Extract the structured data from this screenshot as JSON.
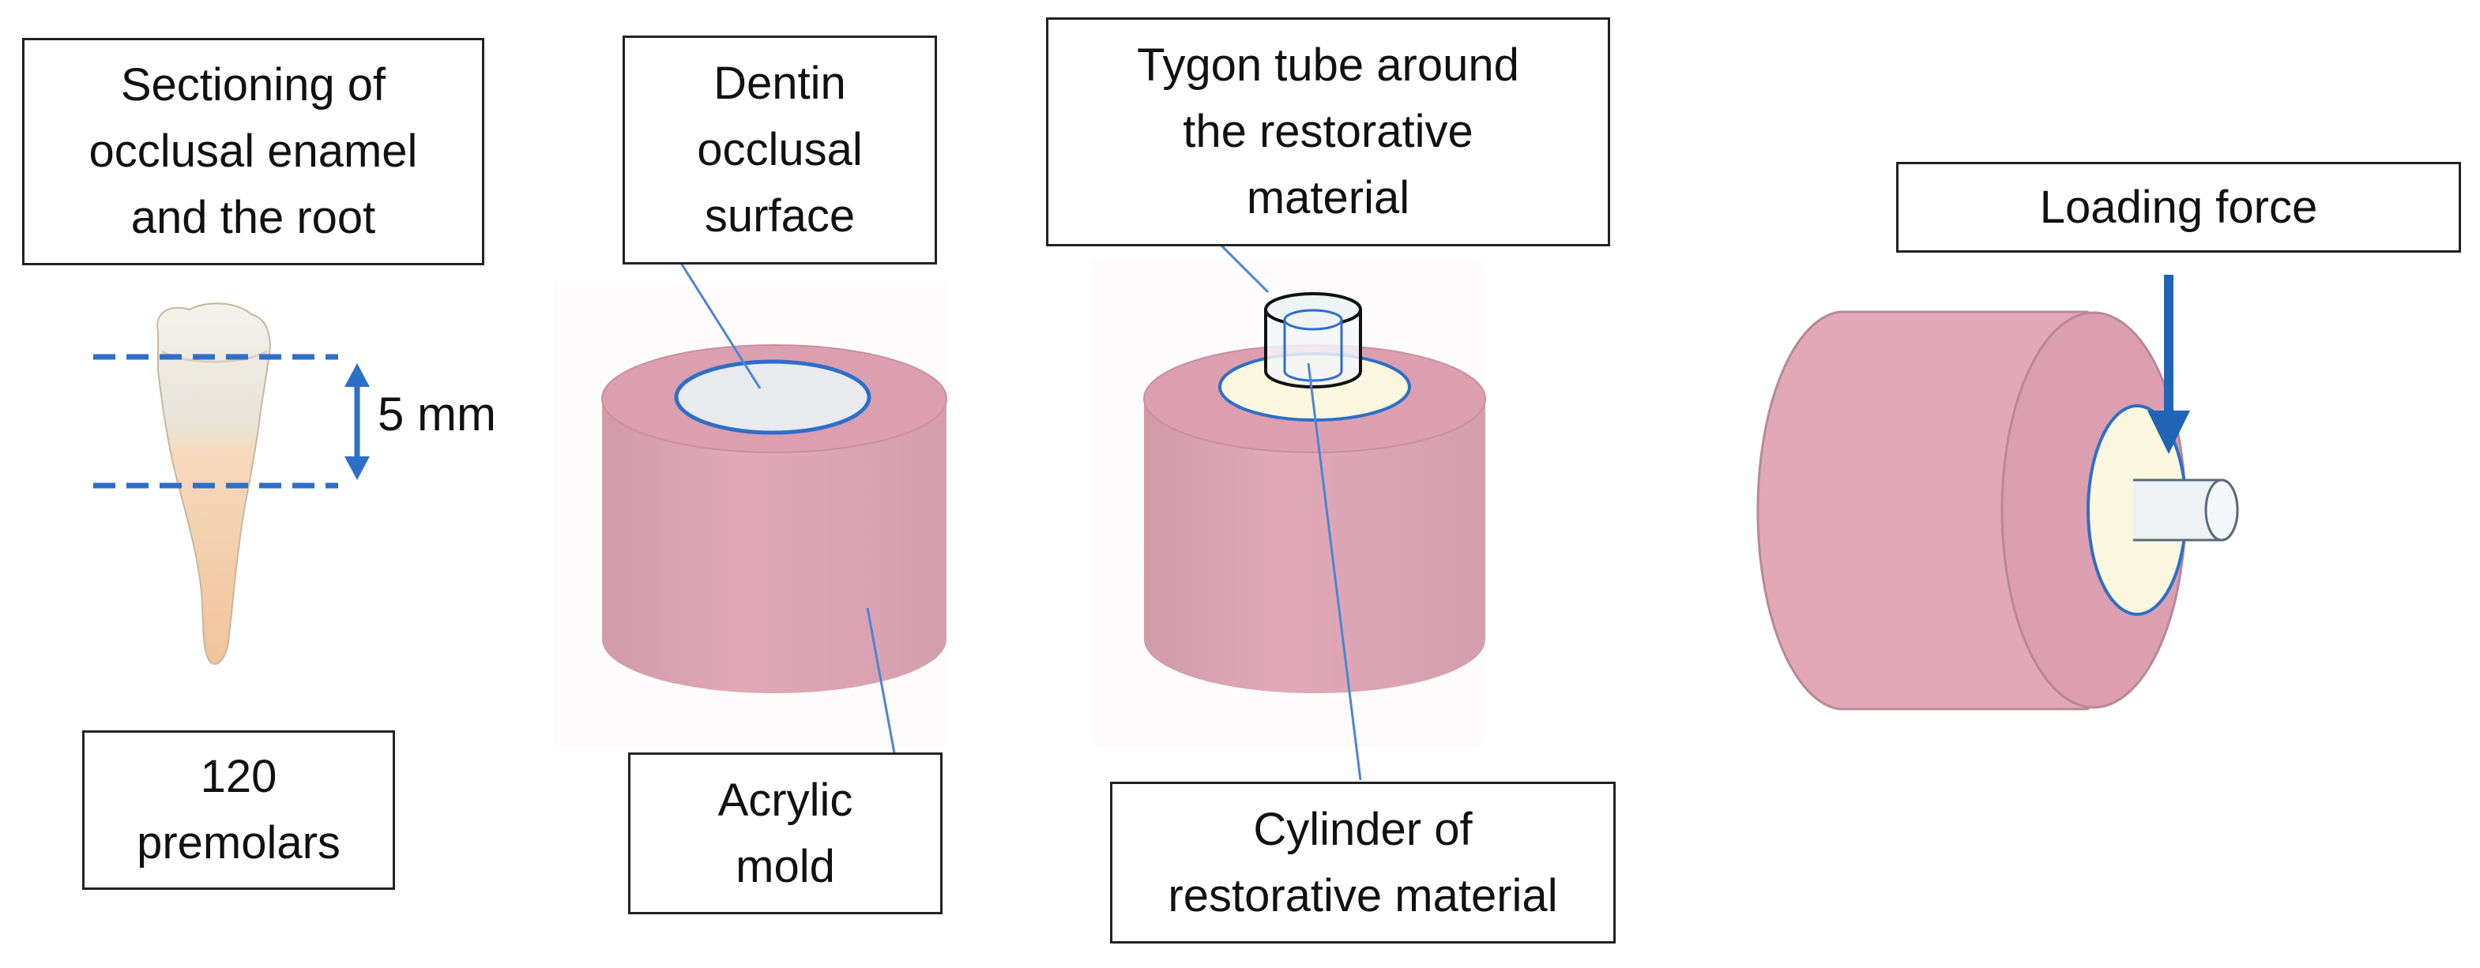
{
  "labels": {
    "sectioning": [
      "Sectioning of",
      "occlusal enamel",
      "and the root"
    ],
    "premolars": [
      "120",
      "premolars"
    ],
    "measurement": "5 mm",
    "dentin": [
      "Dentin",
      "occlusal",
      "surface"
    ],
    "acrylic": [
      "Acrylic",
      "mold"
    ],
    "tygon": [
      "Tygon tube around",
      "the restorative",
      "material"
    ],
    "cylinder": [
      "Cylinder of",
      "restorative material"
    ],
    "loading": "Loading force"
  },
  "colors": {
    "mold": "#e2a8b8",
    "mold_top": "#dc9fb0",
    "mold_edge": "#b98898",
    "dentin": "#e9eaed",
    "material": "#fbf8df",
    "guide_line": "#2d6fc8",
    "pointer": "#4a86d4",
    "arrow": "#1f64b5"
  }
}
